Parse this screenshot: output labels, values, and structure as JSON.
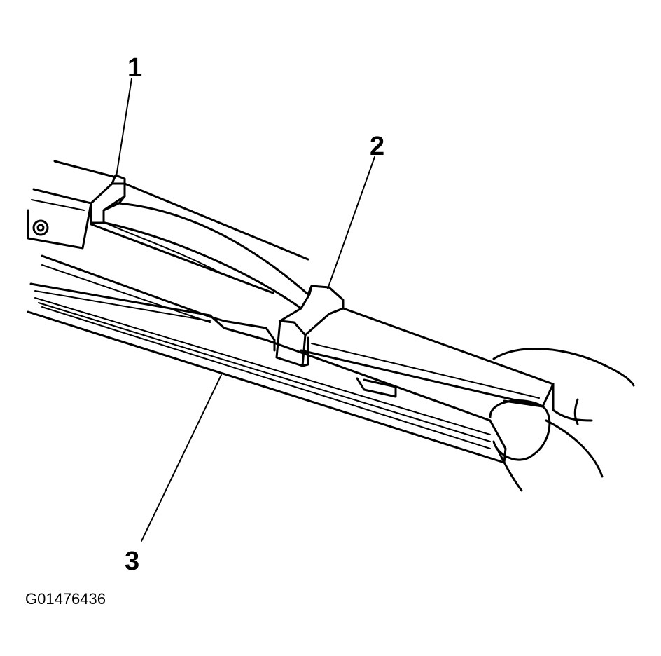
{
  "callouts": [
    {
      "number": "1"
    },
    {
      "number": "2"
    },
    {
      "number": "3"
    }
  ],
  "figure_id": "G01476436",
  "colors": {
    "ink": "#000000",
    "paper": "#ffffff"
  }
}
